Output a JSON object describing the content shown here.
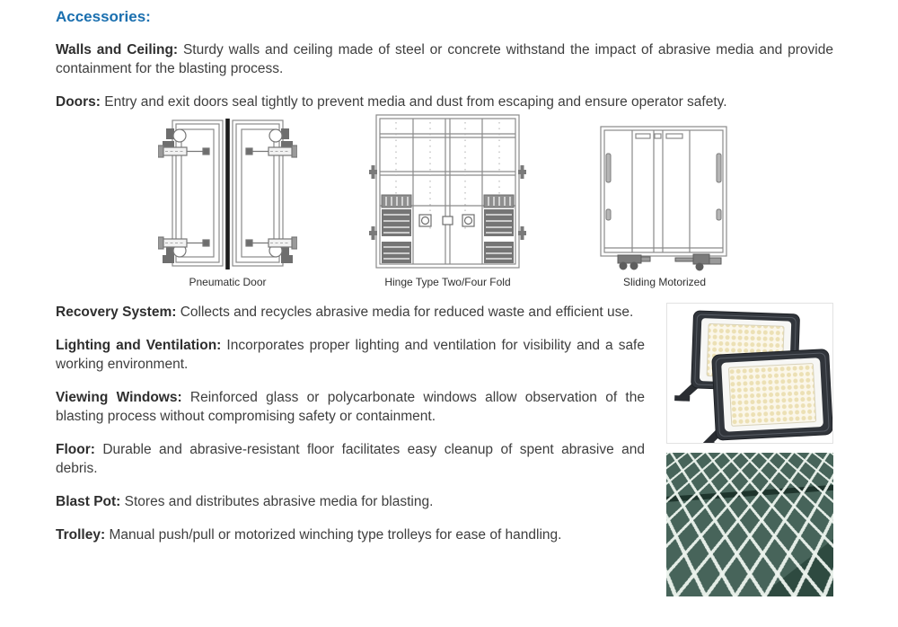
{
  "heading": "Accessories:",
  "colors": {
    "heading_blue": "#1a6faf",
    "body_text": "#3e3e3e",
    "grating_green": "#47645a"
  },
  "intro": [
    {
      "label": "Walls and Ceiling:",
      "text": " Sturdy walls and ceiling made of steel or concrete withstand the impact of abrasive media and provide containment for the blasting process."
    },
    {
      "label": "Doors:",
      "text": " Entry and exit doors seal tightly to prevent media and dust from escaping and ensure operator safety."
    }
  ],
  "figures": [
    {
      "caption": "Pneumatic Door"
    },
    {
      "caption": "Hinge Type Two/Four Fold"
    },
    {
      "caption": "Sliding Motorized"
    }
  ],
  "accessories": [
    {
      "label": "Recovery System:",
      "text": " Collects and recycles abrasive media for reduced waste and efficient use."
    },
    {
      "label": "Lighting and Ventilation:",
      "text": " Incorporates proper lighting and ventilation for visibility and a safe working environment."
    },
    {
      "label": "Viewing Windows:",
      "text": " Reinforced glass or polycarbonate windows allow observation of the blasting process without compromising safety or containment."
    },
    {
      "label": "Floor:",
      "text": " Durable and abrasive-resistant floor facilitates easy cleanup of spent abrasive and debris."
    },
    {
      "label": "Blast Pot:",
      "text": " Stores and distributes abrasive media for blasting."
    },
    {
      "label": "Trolley:",
      "text": " Manual push/pull or motorized winching type trolleys for ease of handling."
    }
  ],
  "images": [
    {
      "name": "led-flood-lights"
    },
    {
      "name": "steel-grating-floor"
    }
  ]
}
